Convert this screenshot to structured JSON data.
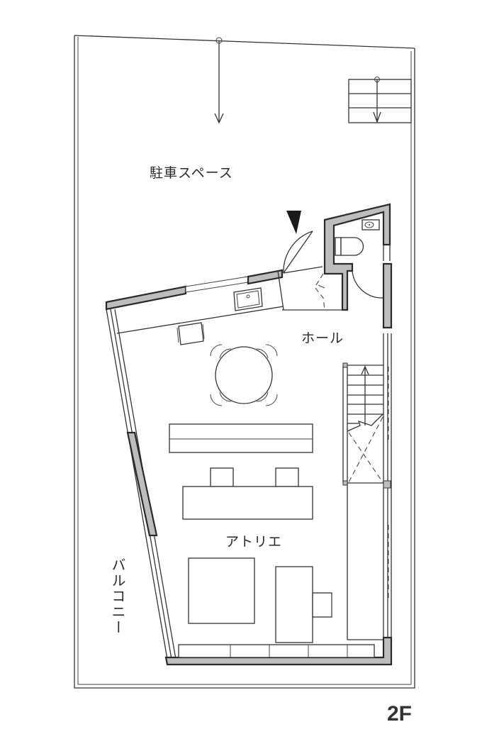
{
  "floor": {
    "label": "2F"
  },
  "rooms": {
    "parking": "駐車スペース",
    "hall": "ホール",
    "atelier": "アトリエ",
    "balcony": "バルコニー"
  },
  "colors": {
    "wall_fill": "#bdbdbd",
    "line": "#333333",
    "background": "#ffffff"
  },
  "symbols": {
    "entrance_marker": "entrance-triangle",
    "slope_arrow_main": "down-arrow",
    "slope_arrow_steps": "down-arrow",
    "stair_arrow": "up-arrow"
  }
}
